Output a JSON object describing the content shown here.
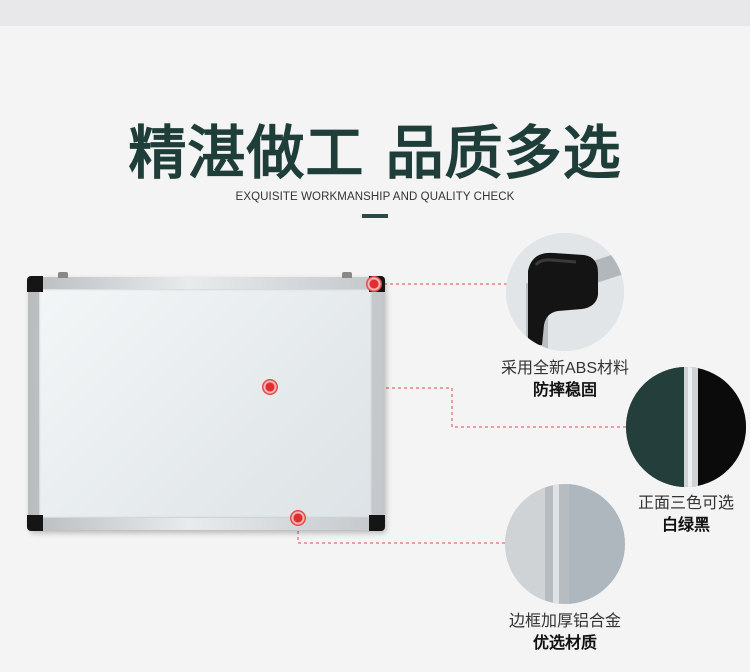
{
  "heading": {
    "title": "精湛做工 品质多选",
    "subtitle": "EXQUISITE WORKMANSHIP AND QUALITY CHECK"
  },
  "features": [
    {
      "line1": "采用全新ABS材料",
      "line2": "防摔稳固",
      "icon": "black-corner-closeup"
    },
    {
      "line1": "正面三色可选",
      "line2": "白绿黑",
      "icon": "color-panels-closeup"
    },
    {
      "line1": "边框加厚铝合金",
      "line2": "优选材质",
      "icon": "aluminum-frame-closeup"
    }
  ],
  "colors": {
    "title": "#1f3e3a",
    "marker": "#e02d2d",
    "board_green": "#243f3b",
    "board_black": "#0b0b0b",
    "board_white": "#eef2f3"
  }
}
